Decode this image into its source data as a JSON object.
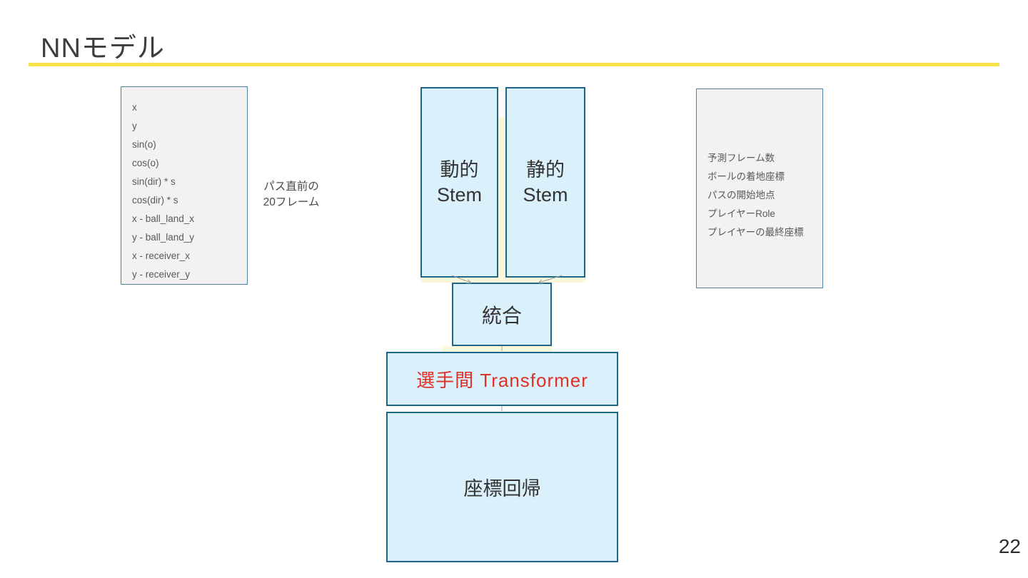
{
  "slide": {
    "title": "NNモデル",
    "page_number": "22",
    "colors": {
      "accent_yellow": "#f5e04a",
      "box_blue_fill": "#daf0fa",
      "box_blue_border": "#1d6687",
      "box_grey_fill": "#f2f2f2",
      "box_grey_border": "#4f81a0",
      "red_text": "#dd3227",
      "pale_yellow": "#fbf7da"
    }
  },
  "input_box": {
    "lines": [
      "x",
      "y",
      "sin(o)",
      "cos(o)",
      "sin(dir) * s",
      "cos(dir) * s",
      "x - ball_land_x",
      "y - ball_land_y",
      "x - receiver_x",
      "y - receiver_y"
    ]
  },
  "input_caption": {
    "line1": "パス直前の",
    "line2": "20フレーム"
  },
  "stems": {
    "dynamic": {
      "line1": "動的",
      "line2": "Stem"
    },
    "static": {
      "line1": "静的",
      "line2": "Stem"
    }
  },
  "merge": {
    "label": "統合"
  },
  "transformer": {
    "label": "選手間 Transformer"
  },
  "regression": {
    "label": "座標回帰"
  },
  "output_box": {
    "lines": [
      "予測フレーム数",
      "ボールの着地座標",
      "パスの開始地点",
      "プレイヤーRole",
      "プレイヤーの最終座標"
    ]
  }
}
